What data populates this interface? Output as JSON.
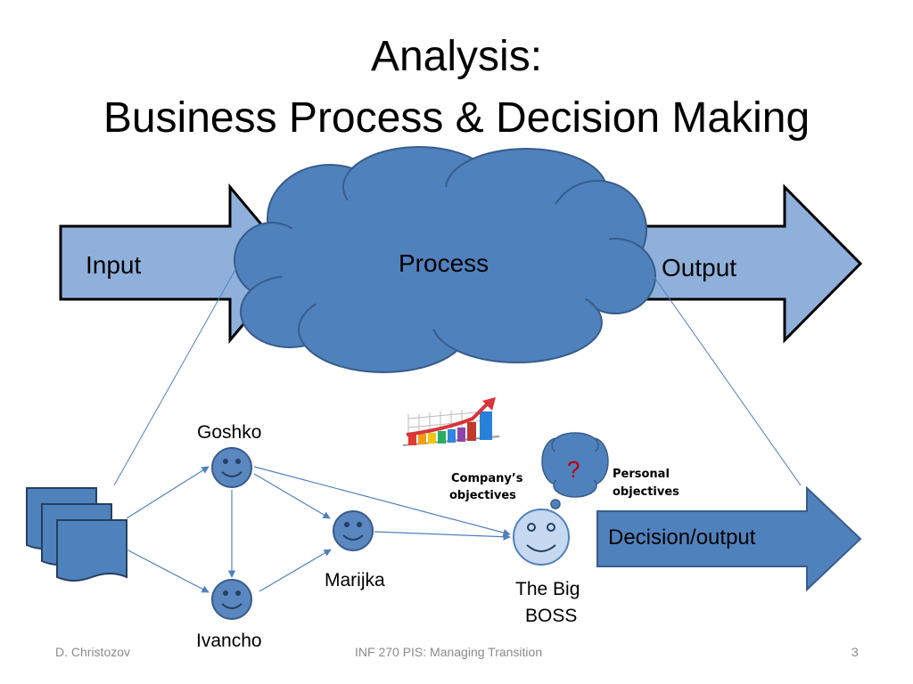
{
  "slide": {
    "title_line1": "Analysis:",
    "title_line2": "Business Process & Decision Making"
  },
  "diagram": {
    "input_label": "Input",
    "process_label": "Process",
    "output_label": "Output",
    "decision_output_label": "Decision/output",
    "people": {
      "goshko": "Goshko",
      "ivancho": "Ivancho",
      "marijka": "Marijka",
      "boss_line1": "The Big",
      "boss_line2": "BOSS"
    },
    "company_objectives_line1": "Company’s",
    "company_objectives_line2": "objectives",
    "personal_objectives_line1": "Personal",
    "personal_objectives_line2": "objectives",
    "question_mark": "?",
    "colors": {
      "light_arrow": "#8fb0db",
      "cloud": "#4f81bd",
      "cloud_stroke": "#385d8a",
      "face": "#5b87c1",
      "boss_face": "#c6d9f1",
      "question": "#c00000"
    }
  },
  "footer": {
    "author": "D. Christozov",
    "course": "INF 270 PIS: Managing Transition",
    "page": "3"
  }
}
